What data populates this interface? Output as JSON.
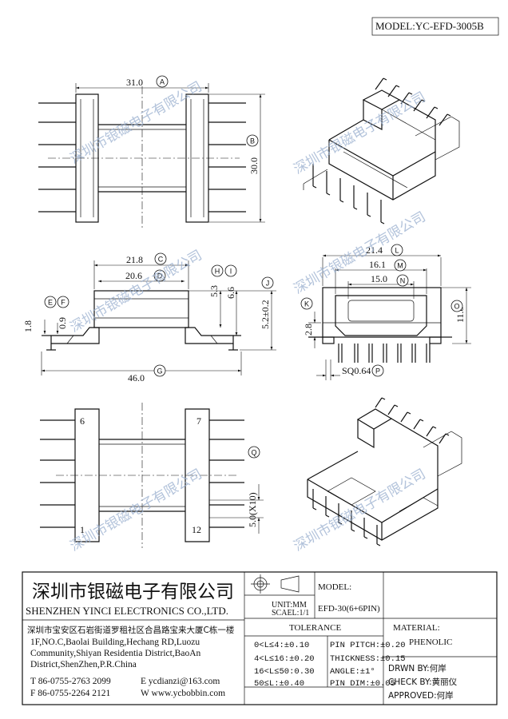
{
  "model_header": "MODEL:YC-EFD-3005B",
  "dims": {
    "A": {
      "value": "31.0",
      "label": "A"
    },
    "B": {
      "value": "30.0",
      "label": "B"
    },
    "C": {
      "value": "21.8",
      "label": "C"
    },
    "D": {
      "value": "20.6",
      "label": "D"
    },
    "E": {
      "value": "1.8",
      "label": "E"
    },
    "F": {
      "value": "0.9",
      "label": "F"
    },
    "G": {
      "value": "46.0",
      "label": "G"
    },
    "H": {
      "value": "5.3",
      "label": "H"
    },
    "I": {
      "value": "6.6",
      "label": "I"
    },
    "J": {
      "value": "5.2±0.2",
      "label": "J"
    },
    "K": {
      "value": "2.8",
      "label": "K"
    },
    "L": {
      "value": "21.4",
      "label": "L"
    },
    "M": {
      "value": "16.1",
      "label": "M"
    },
    "N": {
      "value": "15.0",
      "label": "N"
    },
    "O": {
      "value": "11.8",
      "label": "O"
    },
    "P": {
      "value": "SQ0.64",
      "label": "P"
    },
    "Q": {
      "value": "5.0(X10)",
      "label": "Q"
    }
  },
  "pin_labels": {
    "pin6": "6",
    "pin7": "7",
    "pin1": "1",
    "pin12": "12"
  },
  "watermark": "深圳市银磁电子有限公司",
  "company": {
    "name_cn": "深圳市银磁电子有限公司",
    "name_en": "SHENZHEN YINCI ELECTRONICS CO.,LTD.",
    "address_cn": "深圳市宝安区石岩街道罗租社区合昌路宝来大厦C栋一楼",
    "address_en": [
      "1F,NO.C,Baolai Building,Hechang RD,Luozu",
      "Community,Shiyan Residentia District,BaoAn",
      "District,ShenZhen,P.R.China"
    ],
    "tel": "T 86-0755-2763 2099",
    "fax": "F 86-0755-2264 2121",
    "email": "E ycdianzi@163.com",
    "web": "W www.ycbobbin.com"
  },
  "unit": "UNIT:MM",
  "scale": "SCAEL:1/1",
  "model_label": "MODEL:",
  "model_value": "EFD-30(6+6PIN)",
  "tolerance": {
    "title": "TOLERANCE",
    "left": [
      "0<L≤4:±0.10",
      "4<L≤16:±0.20",
      "16<L≤50:0.30",
      "50≤L:±0.40"
    ],
    "right": [
      "PIN PITCH:±0.20",
      "THICKNESS:±0.15",
      "ANGLE:±1°",
      "PIN DIM:±0.05"
    ]
  },
  "material_label": "MATERIAL:",
  "material_value": "PHENOLIC",
  "drawn_by": "DRWN BY:何岸",
  "check_by": "CHECK BY:黄丽仪",
  "approved": "APPROVED:何岸"
}
